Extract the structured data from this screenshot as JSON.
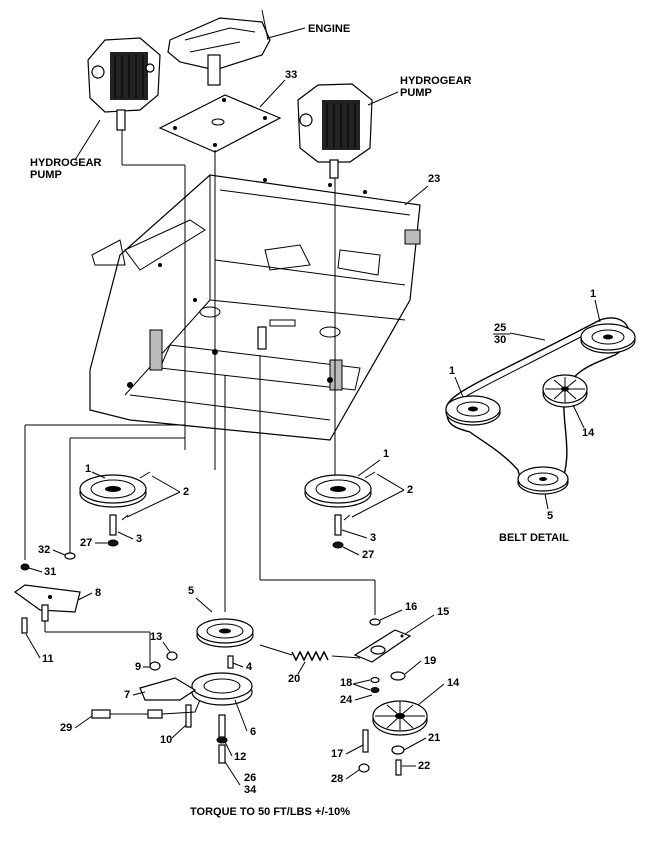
{
  "labels": {
    "engine": "ENGINE",
    "hydrogear_pump_right": [
      "HYDROGEAR",
      "PUMP"
    ],
    "hydrogear_pump_left": [
      "HYDROGEAR",
      "PUMP"
    ],
    "belt_detail": "BELT DETAIL",
    "torque_note": "TORQUE TO 50 FT/LBS +/-10%"
  },
  "callouts": {
    "c33": "33",
    "c23": "23",
    "c1_left": "1",
    "c2_left": "2",
    "c3_left": "3",
    "c27_left": "27",
    "c1_right": "1",
    "c2_right": "2",
    "c3_right": "3",
    "c27_right": "27",
    "c32": "32",
    "c31": "31",
    "c8": "8",
    "c11": "11",
    "c5_center": "5",
    "c13": "13",
    "c9": "9",
    "c4": "4",
    "c7": "7",
    "c29": "29",
    "c10": "10",
    "c6": "6",
    "c12": "12",
    "c26": "26",
    "c34": "34",
    "c20": "20",
    "c16": "16",
    "c15": "15",
    "c18": "18",
    "c24": "24",
    "c19": "19",
    "c14": "14",
    "c17": "17",
    "c21": "21",
    "c28": "28",
    "c22": "22",
    "bd_1_top": "1",
    "bd_25": "25",
    "bd_30": "30",
    "bd_1_left": "1",
    "bd_14": "14",
    "bd_5": "5"
  }
}
